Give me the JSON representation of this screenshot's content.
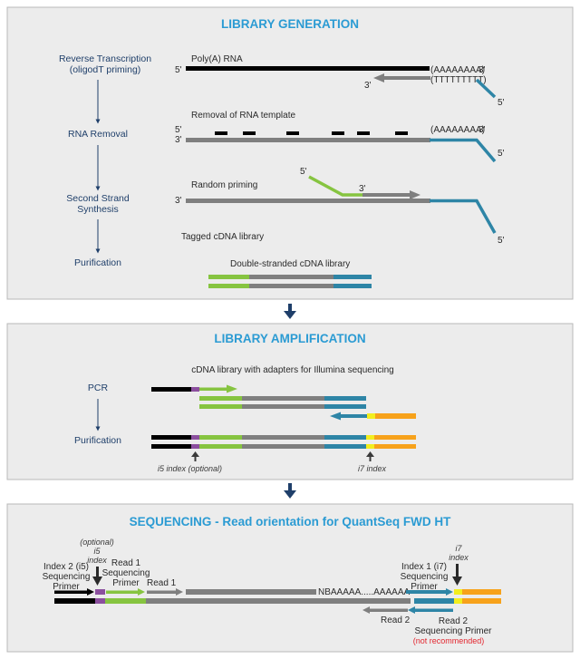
{
  "colors": {
    "panel_bg": "#ececec",
    "panel_border": "#b8b8b8",
    "title": "#2b9bd3",
    "step_text": "#1f3f6a",
    "rna_black": "#000000",
    "cdna_gray": "#7f7f7f",
    "teal": "#2e85a6",
    "green": "#86c440",
    "purple": "#8b4f9e",
    "yellow": "#f2ee1e",
    "orange": "#f7a21b",
    "warning_red": "#e3262f"
  },
  "library_generation": {
    "title": "LIBRARY GENERATION",
    "steps": [
      "Reverse Transcription",
      "(oligodT priming)",
      "RNA Removal",
      "Second Strand",
      "Synthesis",
      "Purification"
    ],
    "labels": {
      "polya_rna": "Poly(A) RNA",
      "removal": "Removal of RNA template",
      "random_priming": "Random priming",
      "tagged": "Tagged cDNA library",
      "double_stranded": "Double-stranded cDNA library",
      "polya_tail": "(AAAAAAAA)",
      "polyt_tail": "(TTTTTTTTT)"
    },
    "ends": {
      "five": "5'",
      "three": "3'"
    }
  },
  "library_amplification": {
    "title": "LIBRARY AMPLIFICATION",
    "steps": [
      "PCR",
      "Purification"
    ],
    "labels": {
      "adapters": "cDNA library with adapters for Illumina sequencing",
      "i5_index": "i5 index (optional)",
      "i7_index": "i7 index"
    }
  },
  "sequencing": {
    "title": "SEQUENCING - Read orientation for QuantSeq FWD HT",
    "labels": {
      "i5_optional": "(optional)",
      "i5": "i5",
      "i5_index_word": "index",
      "index2_primer": [
        "Index 2 (i5)",
        "Sequencing",
        "Primer"
      ],
      "read1_primer": [
        "Read 1",
        "Sequencing",
        "Primer"
      ],
      "read1": "Read 1",
      "polya_seq": "NBAAAAA.....AAAAAA",
      "index1_primer": [
        "Index 1 (i7)",
        "Sequencing",
        "Primer"
      ],
      "i7": "i7",
      "i7_index_word": "index",
      "read2": "Read 2",
      "read2_primer": [
        "Read 2",
        "Sequencing Primer"
      ],
      "not_recommended": "(not recommended)"
    }
  }
}
